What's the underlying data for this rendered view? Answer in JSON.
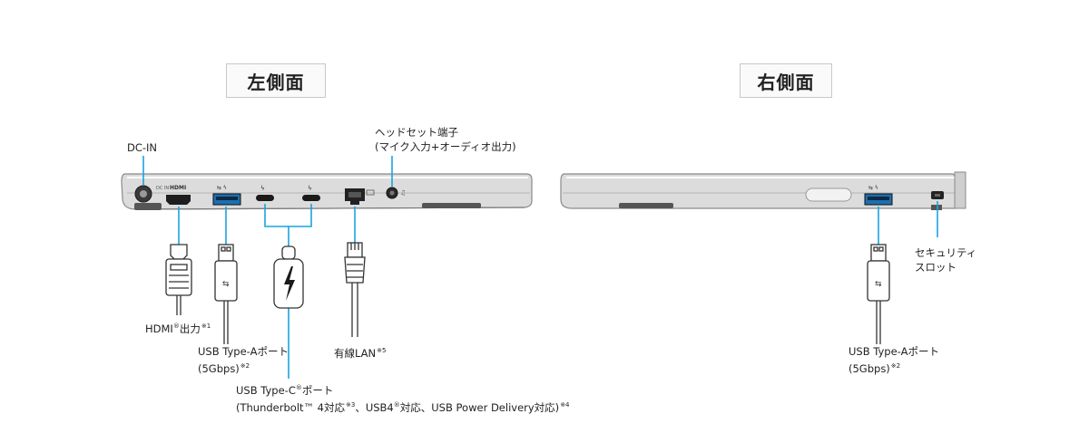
{
  "titles": {
    "left_side": "左側面",
    "right_side": "右側面"
  },
  "labels": {
    "dc_in": "DC-IN",
    "headset_line1": "ヘッドセット端子",
    "headset_line2": "(マイク入力+オーディオ出力)",
    "hdmi": "HDMI",
    "hdmi_sup": "®",
    "hdmi_tail": "出力",
    "hdmi_note": "※1",
    "usb_a_left_line1": "USB Type-Aポート",
    "usb_a_left_line2": "(5Gbps)",
    "usb_a_left_note": "※2",
    "usb_c_line1": "USB Type-C",
    "usb_c_sup": "®",
    "usb_c_tail": "ポート",
    "usb_c_line2a": "(Thunderbolt™ 4対応",
    "usb_c_note3": "※3",
    "usb_c_line2b": "、USB4",
    "usb_c_line2c": "対応、USB Power Delivery対応)",
    "usb_c_note4": "※4",
    "lan": "有線LAN",
    "lan_note": "※5",
    "usb_a_right_line1": "USB Type-Aポート",
    "usb_a_right_line2": "(5Gbps)",
    "usb_a_right_note": "※2",
    "security_line1": "セキュリティ",
    "security_line2": "スロット"
  },
  "port_markings": {
    "dc": "DC IN",
    "hdmi": "HDMI"
  },
  "colors": {
    "callout": "#1aa3e0",
    "chassis": "#d9d9d9",
    "chassis_dark": "#8e8e8e",
    "outline": "#6b6b6b"
  }
}
